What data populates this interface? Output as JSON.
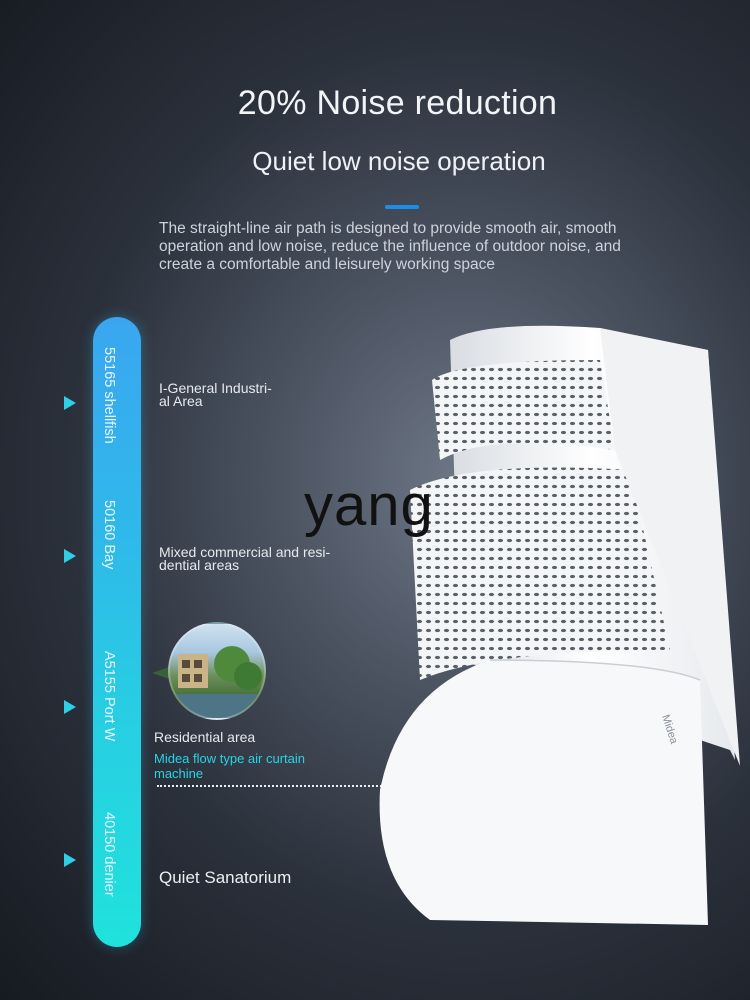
{
  "header": {
    "title": "20% Noise reduction",
    "subtitle": "Quiet low noise operation"
  },
  "description": "The straight-line air path is designed to provide smooth air, smooth operation and low noise, reduce the influence of outdoor noise, and create a comfortable and leisurely working space",
  "scale": {
    "levels": [
      {
        "label": "55165 shellfish",
        "area": "I-General Industri-\nal Area"
      },
      {
        "label": "50160 Bay",
        "area": "Mixed commercial and resi-\ndential areas"
      },
      {
        "label": "A5155 Port W",
        "area": "Residential area"
      },
      {
        "label": "40150 denier",
        "area": "Quiet Sanatorium"
      }
    ]
  },
  "product_label": "Midea flow type air curtain machine",
  "brand_mark": "Midea",
  "watermark": "yang",
  "colors": {
    "accent": "#1d8ee6",
    "scale_top": "#3aa6f0",
    "scale_bottom": "#20e2dc",
    "highlight_text": "#27d3e6"
  },
  "icons": [
    "arrow-right-icon",
    "residential-photo-icon"
  ]
}
